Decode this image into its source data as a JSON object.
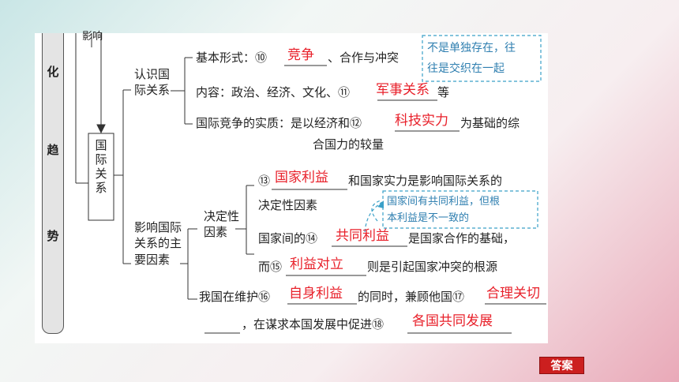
{
  "sidebar_chars": [
    "化",
    "趋",
    "势"
  ],
  "influence_label": "影响",
  "intl_relations_label": "国际关系",
  "recognize_label": "认识国际关系",
  "factors_label": "影响国际关系的主要因素",
  "decisive_label": "决定性因素",
  "lines": {
    "basic_form_prefix": "基本形式：⑩",
    "basic_form_suffix": "、合作与冲突",
    "content_prefix": "内容：政治、经济、文化、⑪",
    "content_suffix": "等",
    "competition_prefix": "国际竞争的实质：是以经济和⑫",
    "competition_suffix": "为基础的综",
    "competition_line2": "合国力的较量",
    "n13": "⑬",
    "national_interest_suffix": "和国家实力是影响国际关系的",
    "decisive_line2": "决定性因素",
    "common_prefix": "国家间的⑭",
    "common_suffix": "是国家合作的基础，",
    "conflict_prefix": "而⑮",
    "conflict_suffix": "则是引起国家冲突的根源",
    "maintain_prefix": "我国在维护⑯",
    "maintain_middle": "的同时，兼顾他国⑰",
    "maintain_line2": "，在谋求本国发展中促进⑱"
  },
  "answers": {
    "a10": "竞争",
    "a11": "军事关系",
    "a12": "科技实力",
    "a13": "国家利益",
    "a14": "共同利益",
    "a15": "利益对立",
    "a16": "自身利益",
    "a17": "合理关切",
    "a18": "各国共同发展"
  },
  "notes": {
    "note1_line1": "不是单独存在，往",
    "note1_line2": "往是交织在一起",
    "note2_line1": "国家间有共同利益，但根",
    "note2_line2": "本利益是不一致的"
  },
  "answer_button": "答案",
  "colors": {
    "answer": "#e8202a",
    "note": "#2f7fb0",
    "button": "#cc1f1f"
  }
}
